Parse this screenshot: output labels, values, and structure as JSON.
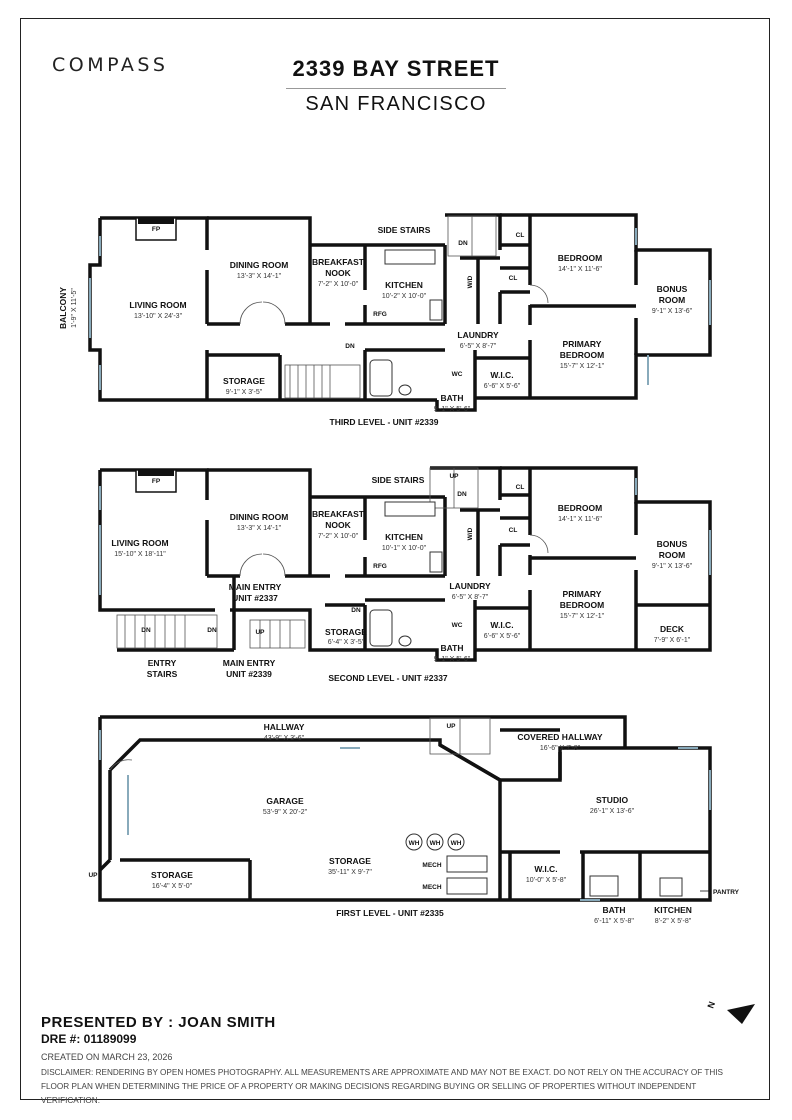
{
  "brand": "COMPASS",
  "address": "2339 BAY STREET",
  "city": "SAN FRANCISCO",
  "third": {
    "level": "THIRD LEVEL - UNIT #2339",
    "side_stairs": "SIDE STAIRS",
    "fp": "FP",
    "balcony": "BALCONY",
    "balcony_dim": "1'-9\" X 11'-5\"",
    "living": "LIVING ROOM",
    "living_dim": "13'-10\" X 24'-3\"",
    "dining": "DINING ROOM",
    "dining_dim": "13'-3\" X 14'-1\"",
    "nook1": "BREAKFAST",
    "nook2": "NOOK",
    "nook_dim": "7'-2\" X 10'-0\"",
    "kitchen": "KITCHEN",
    "kitchen_dim": "10'-2\" X 10'-0\"",
    "rfg": "RFG",
    "dn": "DN",
    "wd": "W/D",
    "cl": "CL",
    "bedroom": "BEDROOM",
    "bedroom_dim": "14'-1\" X 11'-6\"",
    "bonus1": "BONUS",
    "bonus2": "ROOM",
    "bonus_dim": "9'-1\" X 13'-6\"",
    "laundry": "LAUNDRY",
    "laundry_dim": "6'-5\" X 8'-7\"",
    "primary1": "PRIMARY",
    "primary2": "BEDROOM",
    "primary_dim": "15'-7\" X 12'-1\"",
    "wic": "W.I.C.",
    "wic_dim": "6'-6\" X 5'-6\"",
    "wc": "WC",
    "storage": "STORAGE",
    "storage_dim": "9'-1\" X 3'-5\"",
    "bath": "BATH",
    "bath_dim": "9'-1\" X 5'-6\""
  },
  "second": {
    "level": "SECOND LEVEL - UNIT #2337",
    "side_stairs": "SIDE STAIRS",
    "fp": "FP",
    "up": "UP",
    "dn": "DN",
    "living": "LIVING ROOM",
    "living_dim": "15'-10\" X 18'-11\"",
    "dining": "DINING ROOM",
    "dining_dim": "13'-3\" X 14'-1\"",
    "nook1": "BREAKFAST",
    "nook2": "NOOK",
    "nook_dim": "7'-2\" X 10'-0\"",
    "kitchen": "KITCHEN",
    "kitchen_dim": "10'-1\" X 10'-0\"",
    "rfg": "RFG",
    "wd": "W/D",
    "cl": "CL",
    "bedroom": "BEDROOM",
    "bedroom_dim": "14'-1\" X 11'-6\"",
    "bonus1": "BONUS",
    "bonus2": "ROOM",
    "bonus_dim": "9'-1\" X 13'-6\"",
    "laundry": "LAUNDRY",
    "laundry_dim": "6'-5\" X 8'-7\"",
    "primary1": "PRIMARY",
    "primary2": "BEDROOM",
    "primary_dim": "15'-7\" X 12'-1\"",
    "wic": "W.I.C.",
    "wic_dim": "6'-6\" X 5'-6\"",
    "wc": "WC",
    "deck": "DECK",
    "deck_dim": "7'-9\" X 6'-1\"",
    "main_entry1": "MAIN ENTRY",
    "main_entry1b": "UNIT #2337",
    "main_entry2": "MAIN ENTRY",
    "main_entry2b": "UNIT #2339",
    "entry1": "ENTRY",
    "entry2": "STAIRS",
    "storage": "STORAGE",
    "storage_dim": "6'-4\" X 3'-5\"",
    "bath": "BATH",
    "bath_dim": "9'-1\" X 5'-6\""
  },
  "first": {
    "level": "FIRST LEVEL - UNIT #2335",
    "hallway": "HALLWAY",
    "hallway_dim": "43'-9\" X 3'-6\"",
    "covered": "COVERED HALLWAY",
    "covered_dim": "16'-6\" X 7'-8\"",
    "up": "UP",
    "garage": "GARAGE",
    "garage_dim": "53'-9\" X 20'-2\"",
    "studio": "STUDIO",
    "studio_dim": "26'-1\" X 13'-6\"",
    "wh": "WH",
    "storage_a": "STORAGE",
    "storage_a_dim": "35'-11\" X 9'-7\"",
    "storage_b": "STORAGE",
    "storage_b_dim": "16'-4\" X 5'-0\"",
    "mech": "MECH",
    "wic": "W.I.C.",
    "wic_dim": "10'-0\" X 5'-8\"",
    "bath": "BATH",
    "bath_dim": "6'-11\" X 5'-8\"",
    "kitchen": "KITCHEN",
    "kitchen_dim": "8'-2\" X 5'-8\"",
    "pantry": "PANTRY"
  },
  "compass_letter": "N",
  "presented": "PRESENTED BY : JOAN SMITH",
  "dre": "DRE #: 01189099",
  "created": "CREATED ON MARCH 23, 2026",
  "disclaimer": "DISCLAIMER: RENDERING BY OPEN HOMES PHOTOGRAPHY. ALL MEASUREMENTS ARE APPROXIMATE AND MAY NOT BE EXACT. DO NOT RELY ON THE ACCURACY OF THIS FLOOR PLAN WHEN DETERMINING THE PRICE OF A PROPERTY OR MAKING DECISIONS REGARDING BUYING OR SELLING OF PROPERTIES WITHOUT INDEPENDENT VERIFICATION."
}
